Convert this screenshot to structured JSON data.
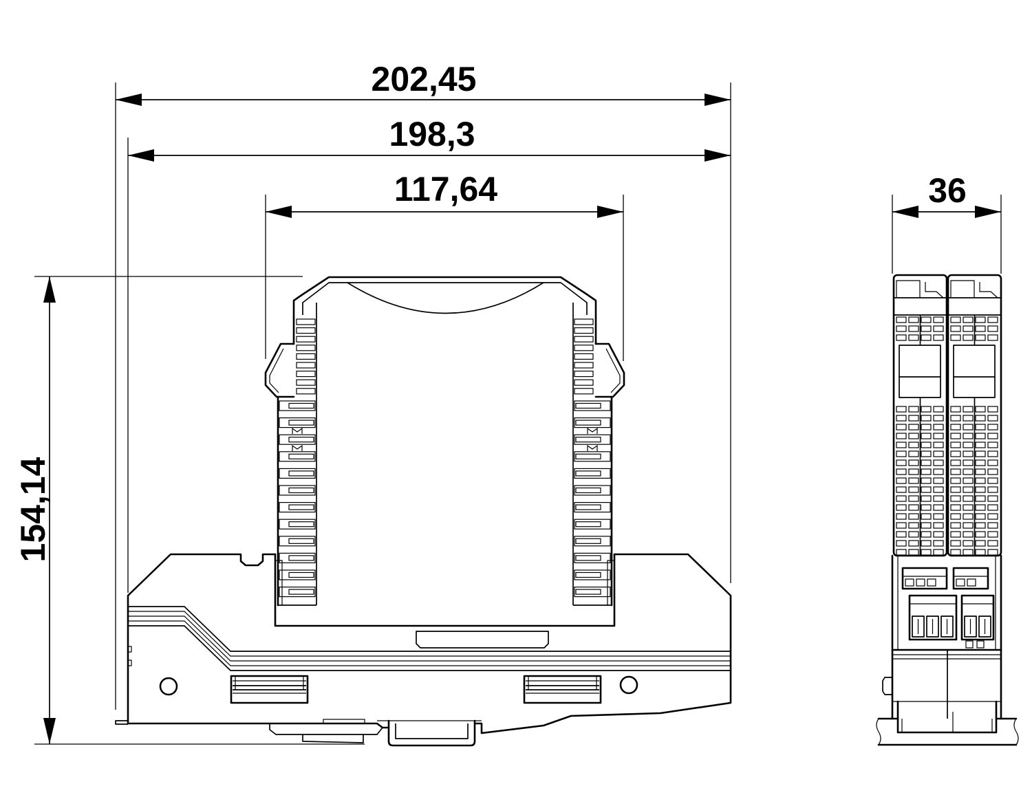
{
  "dimensions": {
    "overall_width": "202,45",
    "housing_width": "198,3",
    "module_width": "117,64",
    "side_width": "36",
    "overall_height": "154,14"
  }
}
